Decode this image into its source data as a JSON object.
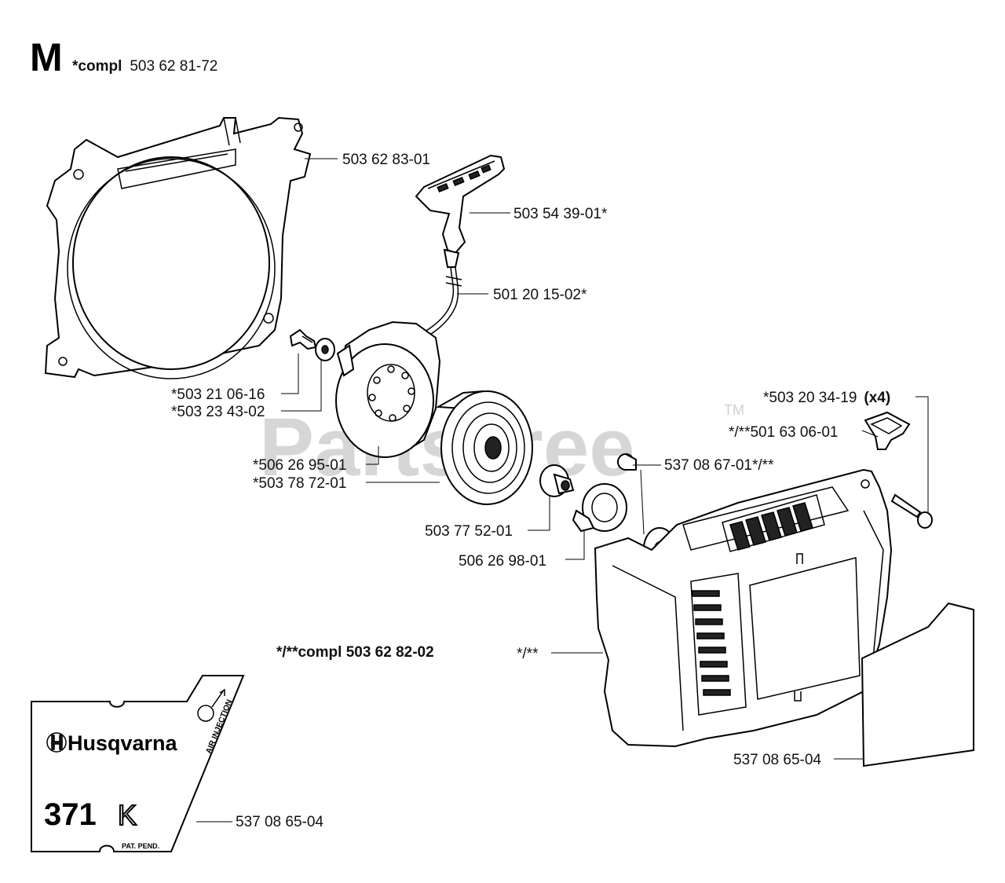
{
  "header": {
    "section_letter": "M",
    "compl_prefix": "*compl",
    "compl_number": "503 62 81-72"
  },
  "watermark": {
    "text": "PartsTree",
    "tm": "TM"
  },
  "callouts": {
    "fan_housing": "503 62 83-01",
    "handle": "503 54 39-01*",
    "rope": "501 20 15-02*",
    "screw": "*503 21 06-16",
    "washer": "*503 23 43-02",
    "pulley": "*506 26 95-01",
    "spring": "*503 78 72-01",
    "spacer": "503 77 52-01",
    "bearing": "506 26 98-01",
    "nozzle_screw_prefix": "*503 20 34-19",
    "nozzle_screw_qty": "(x4)",
    "nozzle": "*/**501 63 06-01",
    "bushing": "537 08 67-01*/**",
    "cover": "*/**",
    "decal_right": "537 08 65-04",
    "decal_left": "537 08 65-04"
  },
  "cover_compl": "*/**compl 503 62 82-02",
  "decal": {
    "brand": "Husqvarna",
    "model_number": "371",
    "model_suffix": "K",
    "air_injection": "AIR INJECTION",
    "pat_pend": "PAT. PEND."
  }
}
